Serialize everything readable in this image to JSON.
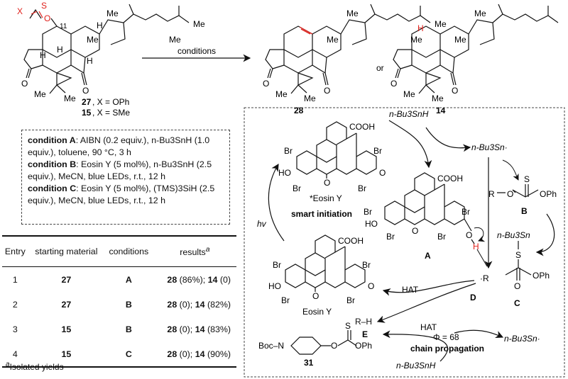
{
  "reaction": {
    "conditions_label": "conditions",
    "or_label": "or",
    "sm_group_X": "X",
    "sm_group_S": "S",
    "sm_position": "11",
    "label_27": "27",
    "label_27_rest": ", X = OPh",
    "label_15": "15",
    "label_15_rest": ", X = SMe",
    "product_28": "28",
    "product_14": "14",
    "methyl": "Me",
    "h_atom": "H"
  },
  "conditions": [
    {
      "name": "condition A",
      "text": ": AIBN (0.2 equiv.), n-Bu3SnH (1.0 equiv.), toluene, 90 °C, 3 h"
    },
    {
      "name": "condition B",
      "text": ": Eosin Y (5 mol%), n-Bu3SnH (2.5 equiv.), MeCN, blue LEDs, r.t., 12 h"
    },
    {
      "name": "condition C",
      "text": ": Eosin Y (5 mol%), (TMS)3SiH (2.5 equiv.), MeCN, blue LEDs, r.t., 12 h"
    }
  ],
  "table": {
    "headers": [
      "Entry",
      "starting material",
      "conditions",
      "results"
    ],
    "header_sup": "a",
    "rows": [
      {
        "entry": "1",
        "sm": "27",
        "cond": "A",
        "r28": "28",
        "r28v": " (86%); ",
        "r14": "14",
        "r14v": " (0)"
      },
      {
        "entry": "2",
        "sm": "27",
        "cond": "B",
        "r28": "28",
        "r28v": " (0); ",
        "r14": "14",
        "r14v": " (82%)"
      },
      {
        "entry": "3",
        "sm": "15",
        "cond": "B",
        "r28": "28",
        "r28v": " (0); ",
        "r14": "14",
        "r14v": " (83%)"
      },
      {
        "entry": "4",
        "sm": "15",
        "cond": "C",
        "r28": "28",
        "r28v": " (0); ",
        "r14": "14",
        "r14v": " (90%)"
      }
    ],
    "footnote_sup": "a",
    "footnote": "Isolated yields"
  },
  "mechanism": {
    "cooh": "COOH",
    "br": "Br",
    "ho": "HO",
    "o": "O",
    "eosin_radical_label": "*Eosin Y",
    "eosin_label": "Eosin Y",
    "smart_initiation": "smart initiation",
    "hv": "hv",
    "tin_hydride_top": "n-Bu3SnH",
    "tin_radical_top": "n-Bu3Sn·",
    "intermediate_A": "A",
    "intermediate_B": "B",
    "intermediate_C": "C",
    "intermediate_D": "D",
    "intermediate_E": "E",
    "ophs": "OPh",
    "r_group": "R",
    "r_radical": "·R",
    "r_h": "R–H",
    "sn_label": "n-Bu3Sn",
    "hat": "HAT",
    "quantum_yield": "Φ = 68",
    "chain_propagation": "chain propagation",
    "tin_radical_bottom": "n-Bu3Sn·",
    "tin_hydride_bottom": "n-Bu3SnH",
    "boc": "Boc–N",
    "compound_31": "31"
  },
  "colors": {
    "highlight": "#e0201b",
    "ink": "#111111"
  }
}
